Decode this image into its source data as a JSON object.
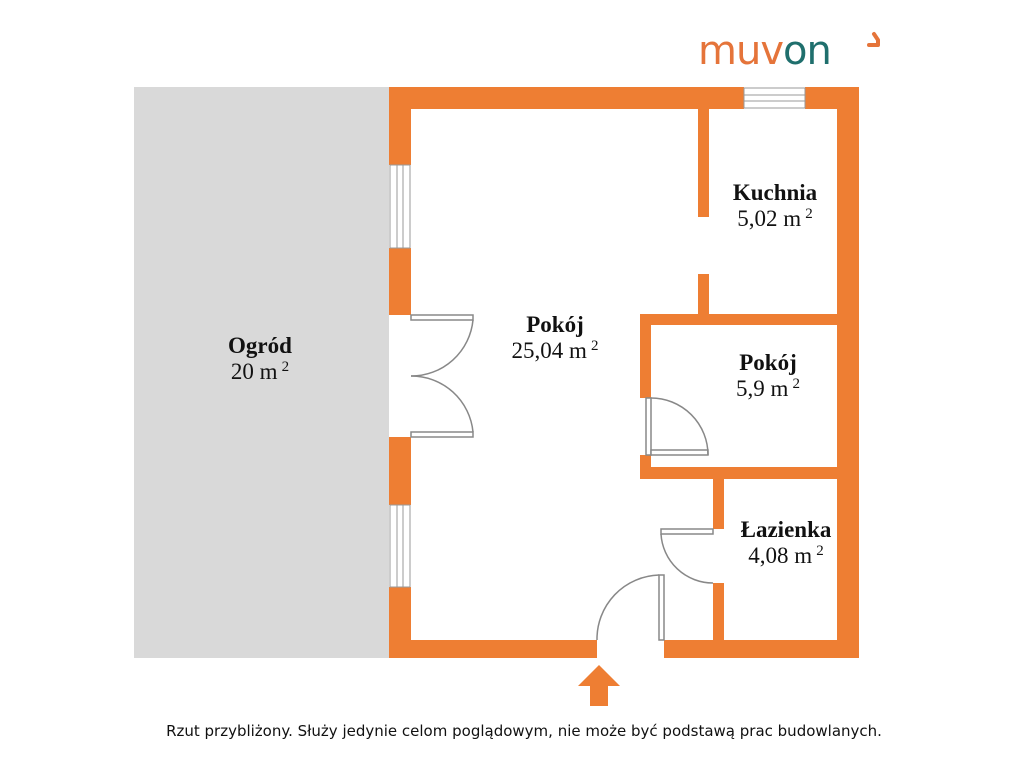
{
  "logo": {
    "part1": "muv",
    "part2": "on",
    "colors": {
      "part1": "#e5743a",
      "part2": "#1f6f6d"
    }
  },
  "colors": {
    "wall": "#ee7e33",
    "garden": "#d9d9d9"
  },
  "rooms": [
    {
      "id": "ogrod",
      "name": "Ogród",
      "area": "20 m",
      "unit_exp": "2"
    },
    {
      "id": "pokoj-main",
      "name": "Pokój",
      "area": "25,04 m",
      "unit_exp": "2"
    },
    {
      "id": "kuchnia",
      "name": "Kuchnia",
      "area": "5,02 m",
      "unit_exp": "2"
    },
    {
      "id": "pokoj-small",
      "name": "Pokój",
      "area": "5,9 m",
      "unit_exp": "2"
    },
    {
      "id": "lazienka",
      "name": "Łazienka",
      "area": "4,08 m",
      "unit_exp": "2"
    }
  ],
  "entrance_icon": "entrance-arrow-icon",
  "disclaimer": "Rzut przybliżony. Służy jedynie celom poglądowym, nie może być podstawą prac budowlanych."
}
